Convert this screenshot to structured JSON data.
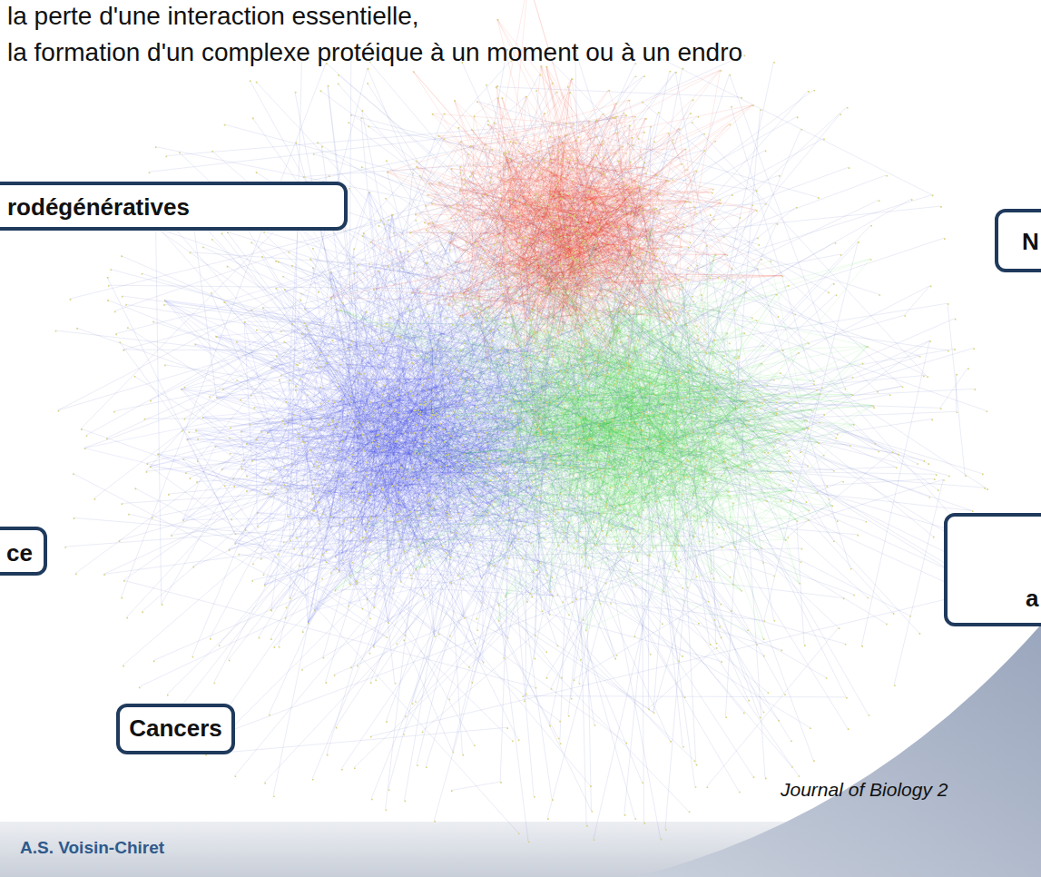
{
  "diagram": {
    "nodes": [
      {
        "text": [
          "rodégénératives"
        ]
      },
      {
        "text": [
          "N"
        ]
      },
      {
        "text": [
          "a"
        ]
      },
      {
        "text": [
          "ce"
        ]
      },
      {
        "text": [
          "Cancers"
        ]
      }
    ],
    "labels": [
      "la perte d'une interaction essentielle,",
      "la formation d'un complexe protéique à un moment ou à un endro",
      "Journal of Biology 2",
      "A.S. Voisin-Chiret"
    ]
  }
}
